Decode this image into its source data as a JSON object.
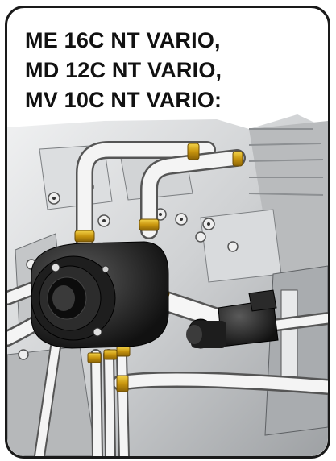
{
  "title_lines": [
    "ME 16C NT VARIO,",
    "MD 12C NT VARIO,",
    "MV 10C NT VARIO:"
  ],
  "colors": {
    "frame": "#1a1a1a",
    "brass": "#d8a716",
    "metal_light": "#e4e5e6",
    "metal_dark": "#6a6d70",
    "fitting_black": "#1c1c1c",
    "hose": "#f1f1f1"
  },
  "icons": [
    "engine-block-illustration",
    "hydraulic-hose",
    "brass-clamp",
    "black-valve-body"
  ]
}
